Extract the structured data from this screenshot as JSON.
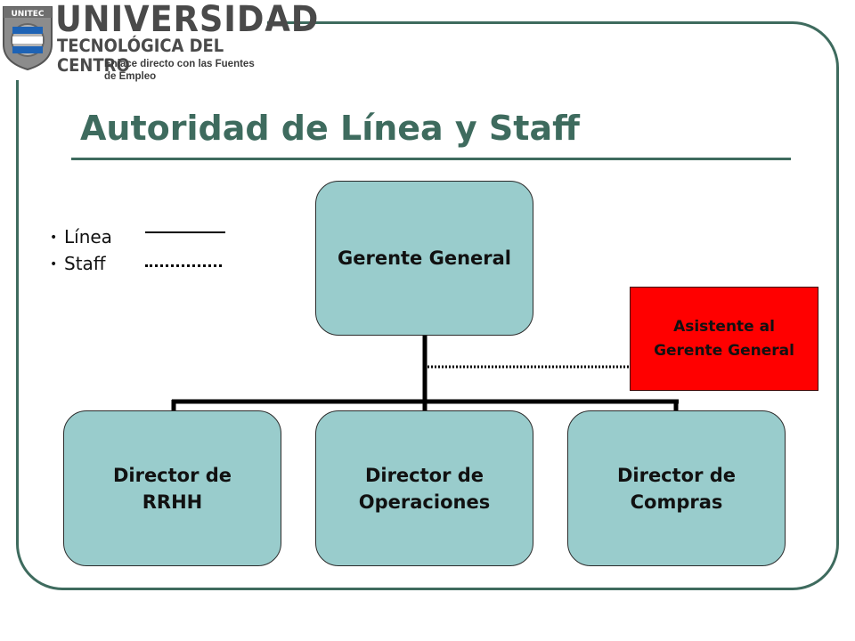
{
  "logo": {
    "badge_text": "UNITEC",
    "line1": "UNIVERSIDAD",
    "line2": "TECNOLÓGICA DEL CENTRO",
    "line3": "Enlace directo con las Fuentes de Empleo"
  },
  "slide": {
    "title": "Autoridad de Línea y Staff"
  },
  "legend": {
    "items": [
      {
        "label": "Línea",
        "style": "solid"
      },
      {
        "label": "Staff",
        "style": "dotted"
      }
    ]
  },
  "org_chart": {
    "root": "Gerente General",
    "staff": "Asistente al\nGerente General",
    "children": [
      "Director de \nRRHH",
      "Director de\nOperaciones",
      "Director de \nCompras"
    ]
  },
  "colors": {
    "accent": "#3e6b5e",
    "box_fill": "#99cccc",
    "staff_fill": "#ff0000"
  }
}
